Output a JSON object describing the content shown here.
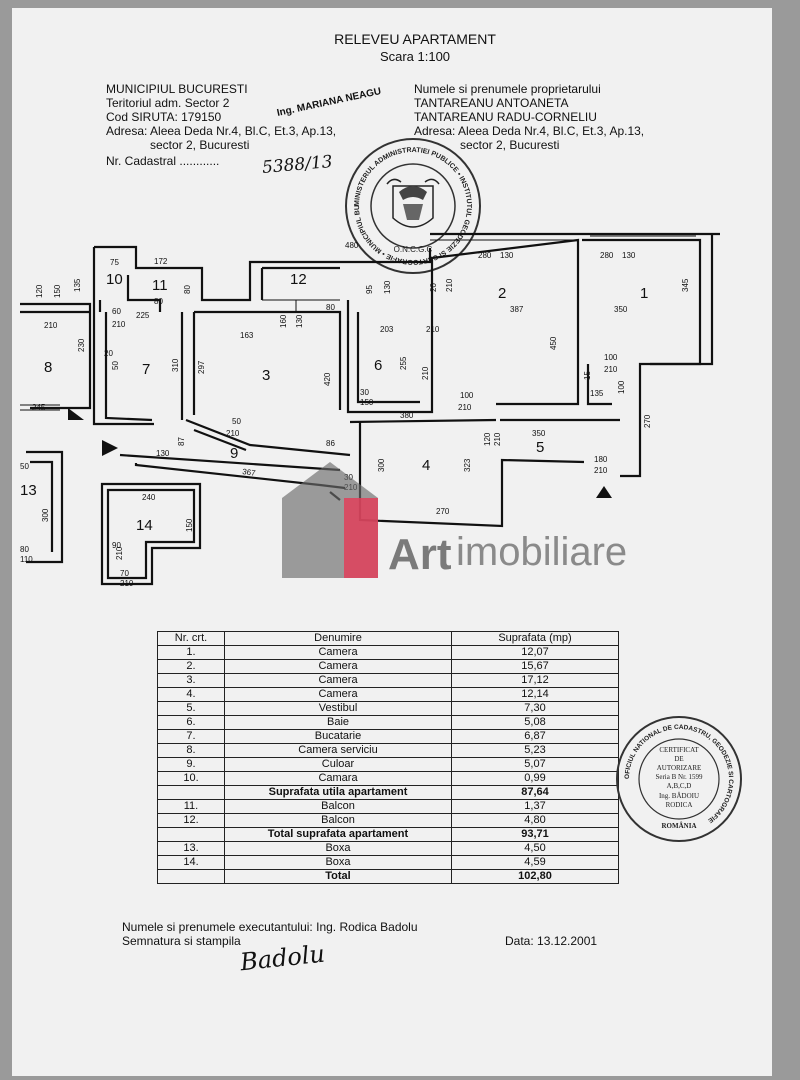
{
  "header": {
    "title": "RELEVEU APARTAMENT",
    "scale": "Scara 1:100"
  },
  "left_info": {
    "line1": "MUNICIPIUL BUCURESTI",
    "line2": "Teritoriul adm. Sector 2",
    "line3": "Cod SIRUTA: 179150",
    "line4": "Adresa: Aleea Deda Nr.4, Bl.C, Et.3, Ap.13,",
    "line5": "sector 2, Bucuresti",
    "line6": "Nr. Cadastral ............",
    "handwritten_name": "Ing. MARIANA NEAGU",
    "handwritten_number": "5388/13"
  },
  "right_info": {
    "line1": "Numele si prenumele proprietarului",
    "line2": "TANTAREANU ANTOANETA",
    "line3": "TANTAREANU RADU-CORNELIU",
    "line4": "Adresa: Aleea Deda Nr.4, Bl.C, Et.3, Ap.13,",
    "line5": "sector 2, Bucuresti"
  },
  "stamp_top": {
    "text": "MINISTERUL ADMINISTRATIEI PUBLICE • INSTITUTUL GEODEZIE SI CARTOGRAFIE • MUNICIPIUL BUCURESTI",
    "bottom": "O.N.C.G.C"
  },
  "stamp_bottom": {
    "ring": "OFICIUL NATIONAL DE CADASTRU, GEODEZIE SI CARTOGRAFIE",
    "l1": "CERTIFICAT",
    "l2": "DE",
    "l3": "AUTORIZARE",
    "l4": "Seria B Nr. 1599",
    "l5": "A,B,C,D",
    "l6": "Ing. BĂDOIU",
    "l7": "RODICA",
    "l8": "ROMÂNIA"
  },
  "watermark": {
    "brand": "Art",
    "suffix": "imobiliare"
  },
  "plan": {
    "rooms": [
      "1",
      "2",
      "3",
      "4",
      "5",
      "6",
      "7",
      "8",
      "9",
      "10",
      "11",
      "12",
      "13",
      "14"
    ],
    "dims": [
      "480",
      "172",
      "75",
      "60",
      "210",
      "135",
      "120",
      "150",
      "230",
      "210",
      "225",
      "20",
      "50",
      "80",
      "80",
      "163",
      "160",
      "130",
      "297",
      "310",
      "245",
      "87",
      "130",
      "50",
      "210",
      "420",
      "86",
      "367",
      "80",
      "95",
      "130",
      "203",
      "255",
      "210",
      "30",
      "150",
      "210",
      "20",
      "210",
      "100",
      "380",
      "210",
      "30",
      "210",
      "300",
      "323",
      "270",
      "120",
      "210",
      "350",
      "280",
      "130",
      "387",
      "450",
      "280",
      "130",
      "350",
      "345",
      "100",
      "210",
      "15",
      "135",
      "100",
      "270",
      "180",
      "210",
      "240",
      "150",
      "300",
      "90",
      "210",
      "70",
      "210",
      "50",
      "80",
      "110"
    ]
  },
  "table": {
    "headers": [
      "Nr. crt.",
      "Denumire",
      "Suprafata (mp)"
    ],
    "rows": [
      {
        "nr": "1.",
        "name": "Camera",
        "area": "12,07",
        "bold": false
      },
      {
        "nr": "2.",
        "name": "Camera",
        "area": "15,67",
        "bold": false
      },
      {
        "nr": "3.",
        "name": "Camera",
        "area": "17,12",
        "bold": false
      },
      {
        "nr": "4.",
        "name": "Camera",
        "area": "12,14",
        "bold": false
      },
      {
        "nr": "5.",
        "name": "Vestibul",
        "area": "7,30",
        "bold": false
      },
      {
        "nr": "6.",
        "name": "Baie",
        "area": "5,08",
        "bold": false
      },
      {
        "nr": "7.",
        "name": "Bucatarie",
        "area": "6,87",
        "bold": false
      },
      {
        "nr": "8.",
        "name": "Camera serviciu",
        "area": "5,23",
        "bold": false
      },
      {
        "nr": "9.",
        "name": "Culoar",
        "area": "5,07",
        "bold": false
      },
      {
        "nr": "10.",
        "name": "Camara",
        "area": "0,99",
        "bold": false
      },
      {
        "nr": "",
        "name": "Suprafata utila apartament",
        "area": "87,64",
        "bold": true
      },
      {
        "nr": "11.",
        "name": "Balcon",
        "area": "1,37",
        "bold": false
      },
      {
        "nr": "12.",
        "name": "Balcon",
        "area": "4,80",
        "bold": false
      },
      {
        "nr": "",
        "name": "Total suprafata apartament",
        "area": "93,71",
        "bold": true
      },
      {
        "nr": "13.",
        "name": "Boxa",
        "area": "4,50",
        "bold": false
      },
      {
        "nr": "14.",
        "name": "Boxa",
        "area": "4,59",
        "bold": false
      },
      {
        "nr": "",
        "name": "Total",
        "area": "102,80",
        "bold": true
      }
    ]
  },
  "footer": {
    "executor": "Numele si prenumele executantului: Ing. Rodica Badolu",
    "signature_label": "Semnatura si stampila",
    "date": "Data: 13.12.2001",
    "signature": "Badolu"
  }
}
